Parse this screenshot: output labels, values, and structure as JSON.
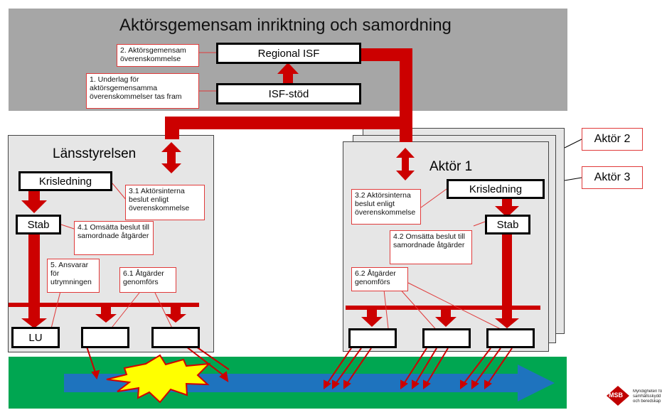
{
  "title": "Aktörsgemensam inriktning och samordning",
  "top": {
    "regional_isf": "Regional ISF",
    "isf_stod": "ISF-stöd",
    "note1": "1. Underlag för aktörsgemensamma överenskommelser tas fram",
    "note2": "2. Aktörsgemensam överenskommelse"
  },
  "lansstyrelsen": {
    "title": "Länsstyrelsen",
    "krisledning": "Krisledning",
    "stab": "Stab",
    "lu": "LU",
    "note31": "3.1 Aktörsinterna beslut enligt överenskommelse",
    "note41": "4.1 Omsätta beslut till samordnade åtgärder",
    "note5": "5. Ansvarar för utrymningen",
    "note61": "6.1 Åtgärder genomförs"
  },
  "aktor1": {
    "title": "Aktör 1",
    "krisledning": "Krisledning",
    "stab": "Stab",
    "note32": "3.2 Aktörsinterna beslut enligt överenskommelse",
    "note42": "4.2 Omsätta beslut till samordnade åtgärder",
    "note62": "6.2 Åtgärder genomförs"
  },
  "actor_labels": {
    "aktor2": "Aktör 2",
    "aktor3": "Aktör 3"
  },
  "logo": {
    "abbr": "MSB",
    "line1": "Myndigheten för",
    "line2": "samhällsskydd",
    "line3": "och beredskap"
  },
  "colors": {
    "arrow_red": "#cc0000",
    "note_border": "#e03a3a",
    "ground_green": "#00a651",
    "ground_blue": "#1e73be",
    "explosion_yellow": "#ffff00",
    "top_panel": "#a6a6a6",
    "org_panel": "#e6e6e6"
  },
  "icons": {
    "explosion": "explosion-icon",
    "logo": "msb-logo-icon"
  }
}
